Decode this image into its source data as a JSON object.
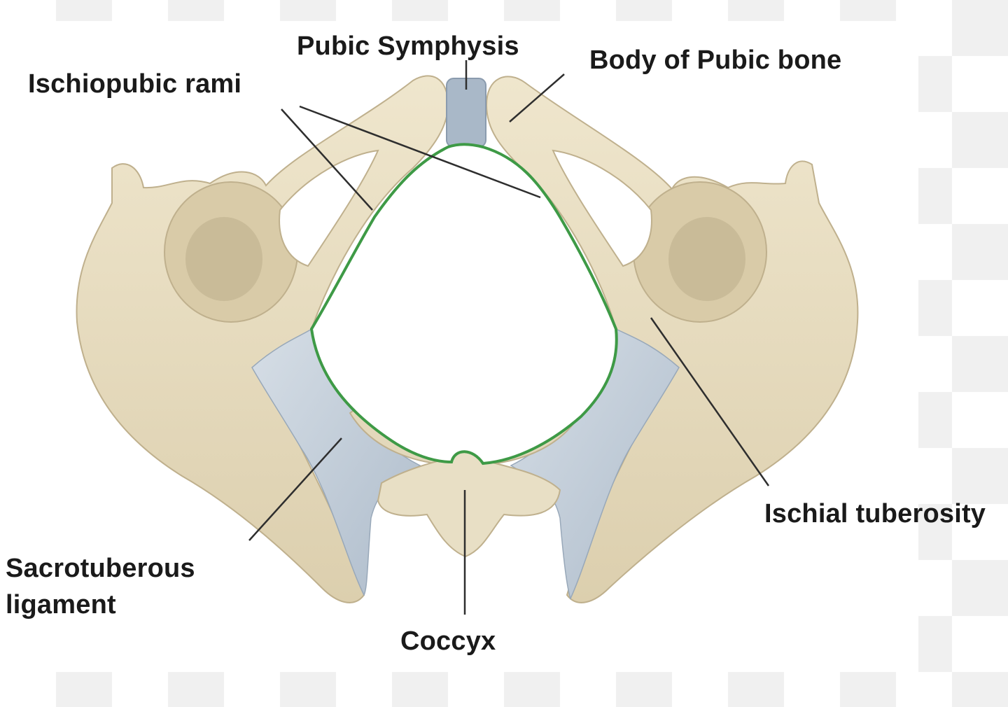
{
  "diagram": {
    "labels": {
      "pubic_symphysis": "Pubic Symphysis",
      "body_of_pubic_bone": "Body of Pubic bone",
      "ischiopubic_rami": "Ischiopubic rami",
      "ischial_tuberosity": "Ischial tuberosity",
      "sacrotuberous_line1": "Sacrotuberous",
      "sacrotuberous_line2": "ligament",
      "coccyx": "Coccyx"
    },
    "colors": {
      "bone": "#e6dcc1",
      "bone_shadow": "#c9bb98",
      "ligament": "#c4d0dc",
      "outlet_outline": "#3e9a46",
      "leader_line": "#2e2e2e"
    }
  }
}
